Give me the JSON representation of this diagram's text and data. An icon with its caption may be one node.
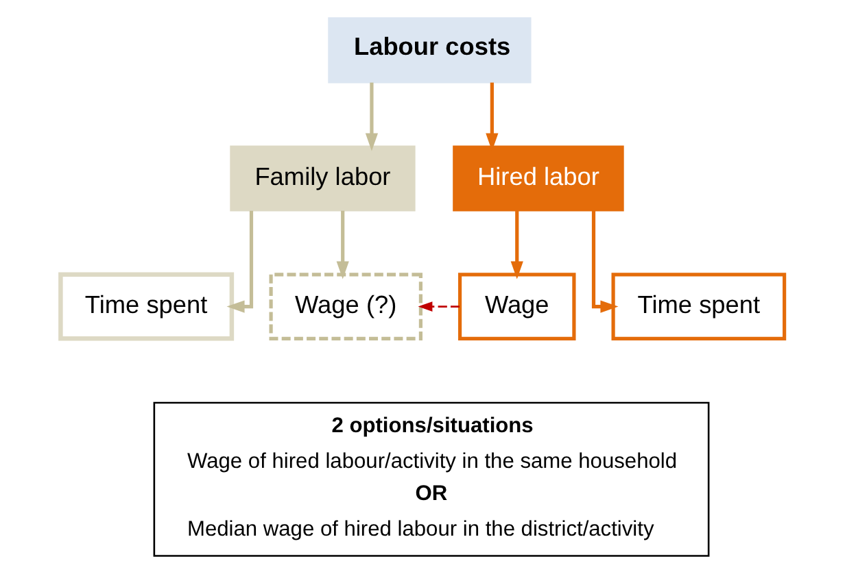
{
  "diagram": {
    "nodes": [
      {
        "text": [
          "Labour costs"
        ]
      },
      {
        "text": [
          "Family labor"
        ]
      },
      {
        "text": [
          "Hired labor"
        ]
      },
      {
        "text": [
          "Time spent"
        ]
      },
      {
        "text": [
          "Wage (?)"
        ]
      },
      {
        "text": [
          "Wage"
        ]
      },
      {
        "text": [
          "Time spent"
        ]
      },
      {
        "text": [
          "2 options/situations",
          "Wage of hired labour/activity in the same household",
          "OR",
          "Median wage of hired labour in the district/activity"
        ]
      }
    ],
    "edges": [
      {
        "from": 0,
        "to": 1,
        "arrow": "to",
        "color": "#c4bd97"
      },
      {
        "from": 0,
        "to": 2,
        "arrow": "to",
        "color": "#e46c0a"
      },
      {
        "from": 1,
        "to": 3,
        "arrow": "to",
        "color": "#c4bd97"
      },
      {
        "from": 1,
        "to": 4,
        "arrow": "to",
        "color": "#c4bd97"
      },
      {
        "from": 2,
        "to": 5,
        "arrow": "to",
        "color": "#e46c0a"
      },
      {
        "from": 2,
        "to": 6,
        "arrow": "to",
        "color": "#e46c0a"
      },
      {
        "from": 5,
        "to": 4,
        "arrow": "to",
        "style": "dashed",
        "color": "#c00000"
      }
    ]
  }
}
